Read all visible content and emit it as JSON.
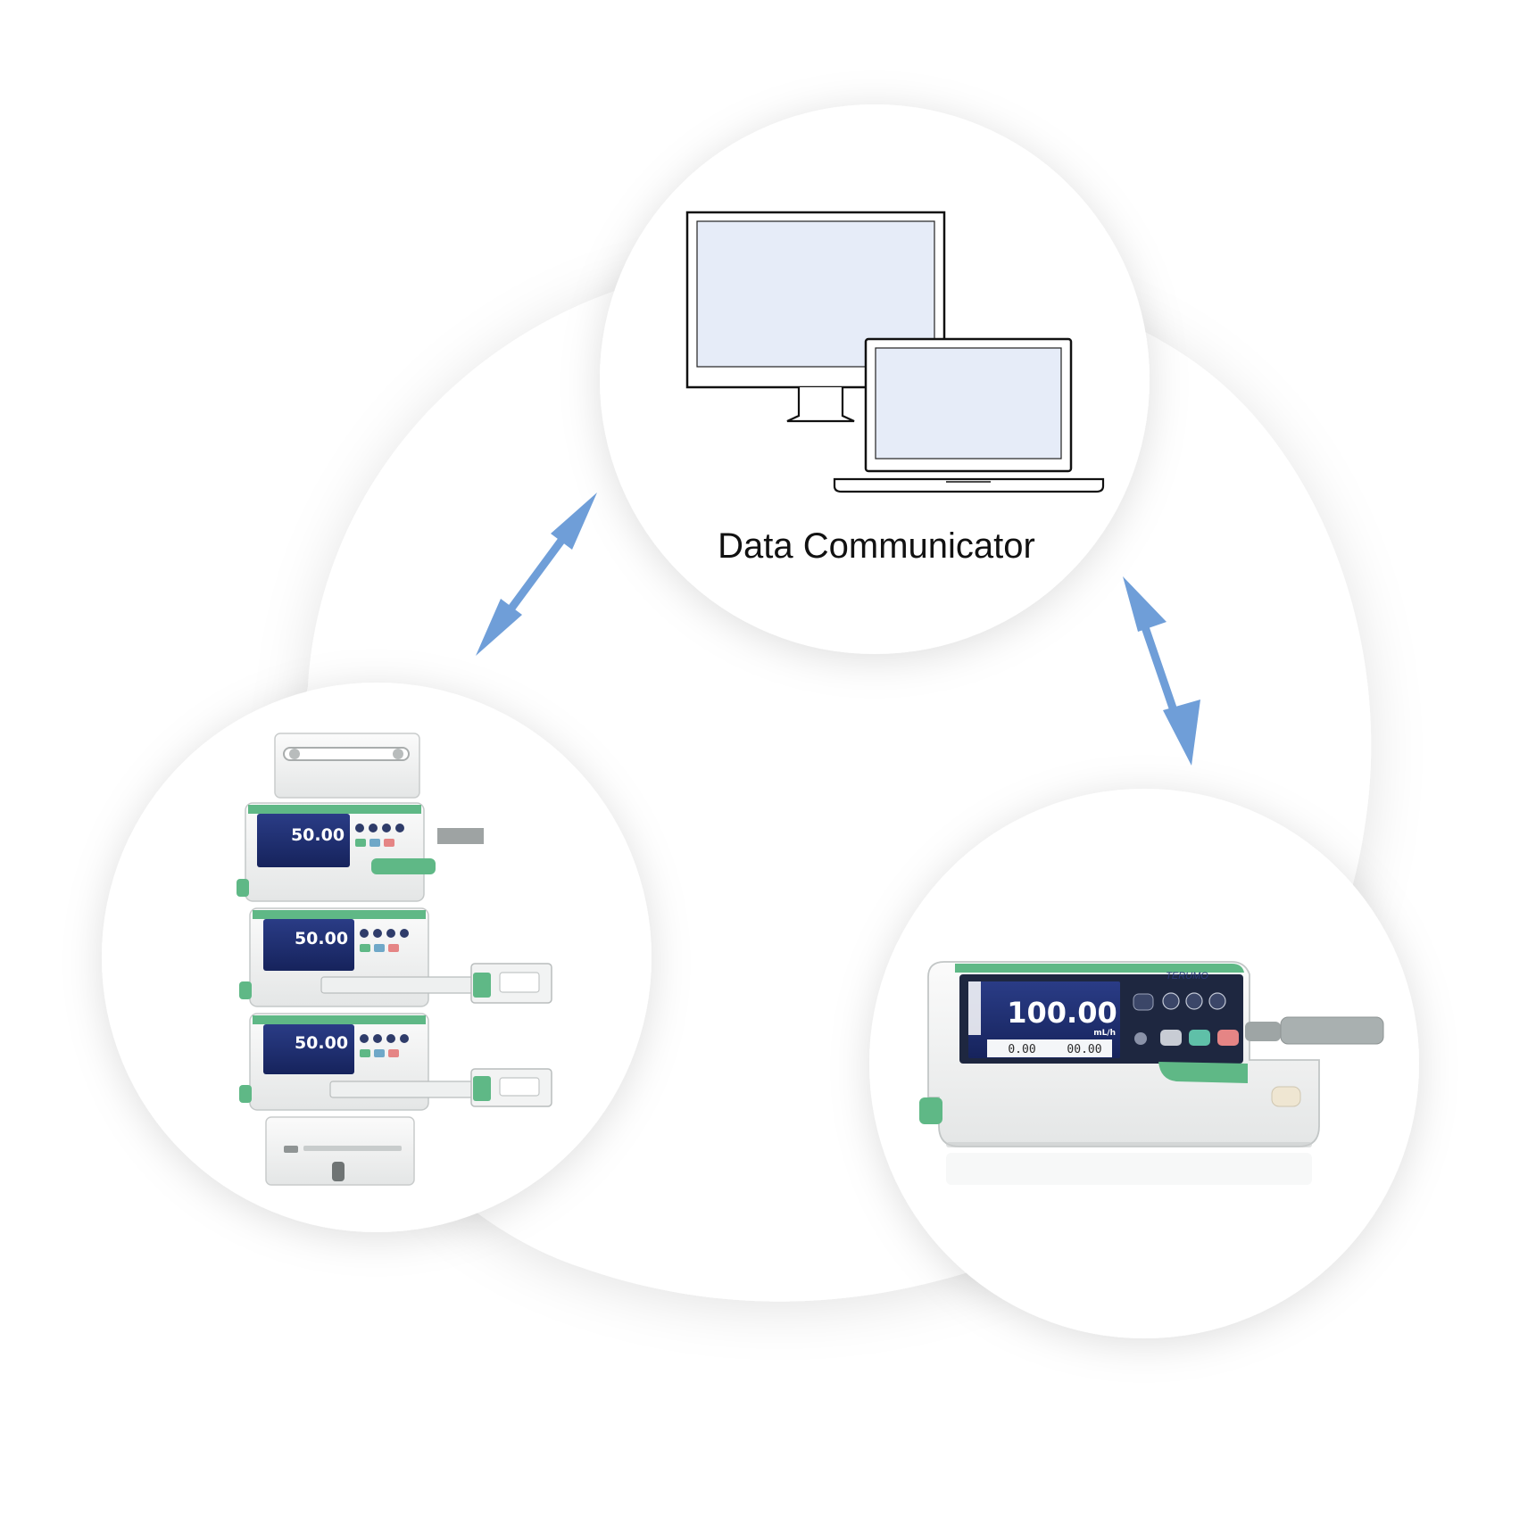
{
  "diagram": {
    "hub_label": "Data Communicator",
    "stack_pumps": {
      "displays": [
        "50.00",
        "50.00",
        "50.00"
      ]
    },
    "single_pump": {
      "display": "100.00",
      "unit": "mL/h",
      "brand": "TERUMO",
      "bottom_left": "0.00",
      "bottom_right": "00.00"
    }
  },
  "colors": {
    "arrow": "#6f9ed8",
    "pump_green": "#5fb886",
    "screen_navy": "#1d2d6e",
    "monitor_screen": "#e6ecf8"
  }
}
